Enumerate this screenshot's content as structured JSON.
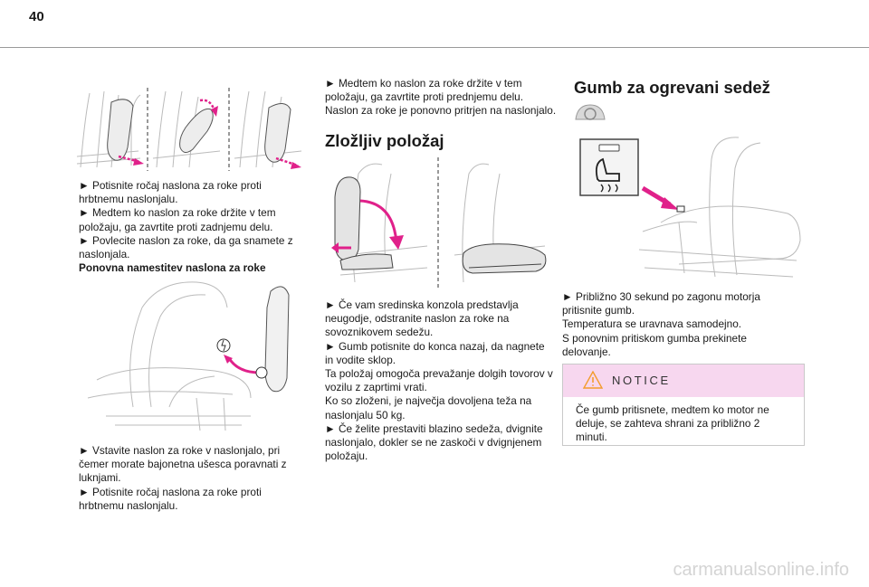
{
  "page": {
    "number": "40"
  },
  "col1": {
    "lines_a": [
      "► Potisnite ročaj naslona za roke proti",
      "hrbtnemu naslonjalu.",
      "► Medtem ko naslon za roke držite v tem",
      "položaju, ga zavrtite proti zadnjemu delu.",
      "► Povlecite naslon za roke, da ga snamete z",
      "naslonjala."
    ],
    "subheading": "Ponovna namestitev naslona za roke",
    "lines_b": [
      "► Vstavite naslon za roke v naslonjalo, pri",
      "čemer morate bajonetna ušesca poravnati z",
      "luknjami.",
      "► Potisnite ročaj naslona za roke proti",
      "hrbtnemu naslonjalu."
    ]
  },
  "col2": {
    "lines_a": [
      "► Medtem ko naslon za roke držite v tem",
      "položaju, ga zavrtite proti prednjemu delu.",
      "Naslon za roke je ponovno pritrjen na naslonjalo."
    ],
    "section_title": "Zložljiv položaj",
    "lines_b": [
      "► Če vam sredinska konzola predstavlja",
      "neugodje, odstranite naslon za roke na",
      "sovoznikovem sedežu.",
      "► Gumb potisnite do konca nazaj, da nagnete",
      "in vodite sklop.",
      "Ta položaj omogoča prevažanje dolgih tovorov v",
      "vozilu z zaprtimi vrati.",
      "Ko so zloženi, je največja dovoljena teža na",
      "naslonjalu 50 kg.",
      "► Če želite prestaviti blazino sedeža, dvignite",
      "naslonjalo, dokler se ne zaskoči v dvignjenem",
      "položaju."
    ]
  },
  "col3": {
    "section_title": "Gumb za ogrevani sedež",
    "lines": [
      "► Približno 30 sekund po zagonu motorja",
      "pritisnite gumb.",
      "Temperatura se uravnava samodejno.",
      "S ponovnim pritiskom gumba prekinete",
      "delovanje."
    ],
    "notice": {
      "title": "NOTICE",
      "lines": [
        "Če gumb pritisnete, medtem ko motor ne",
        "deluje, se zahteva shrani za približno 2",
        "minuti."
      ]
    }
  },
  "footer": {
    "watermark": "carmanualsonline.info"
  },
  "colors": {
    "accent_magenta": "#e0218a",
    "notice_band": "#f7d7ef",
    "warning_orange": "#f39c2e"
  },
  "icons": [
    "armrest-removal-illustration",
    "armrest-refit-illustration",
    "folding-seat-illustration",
    "steering-wheel-icon",
    "heated-seat-button-illustration",
    "warning-triangle-icon"
  ]
}
